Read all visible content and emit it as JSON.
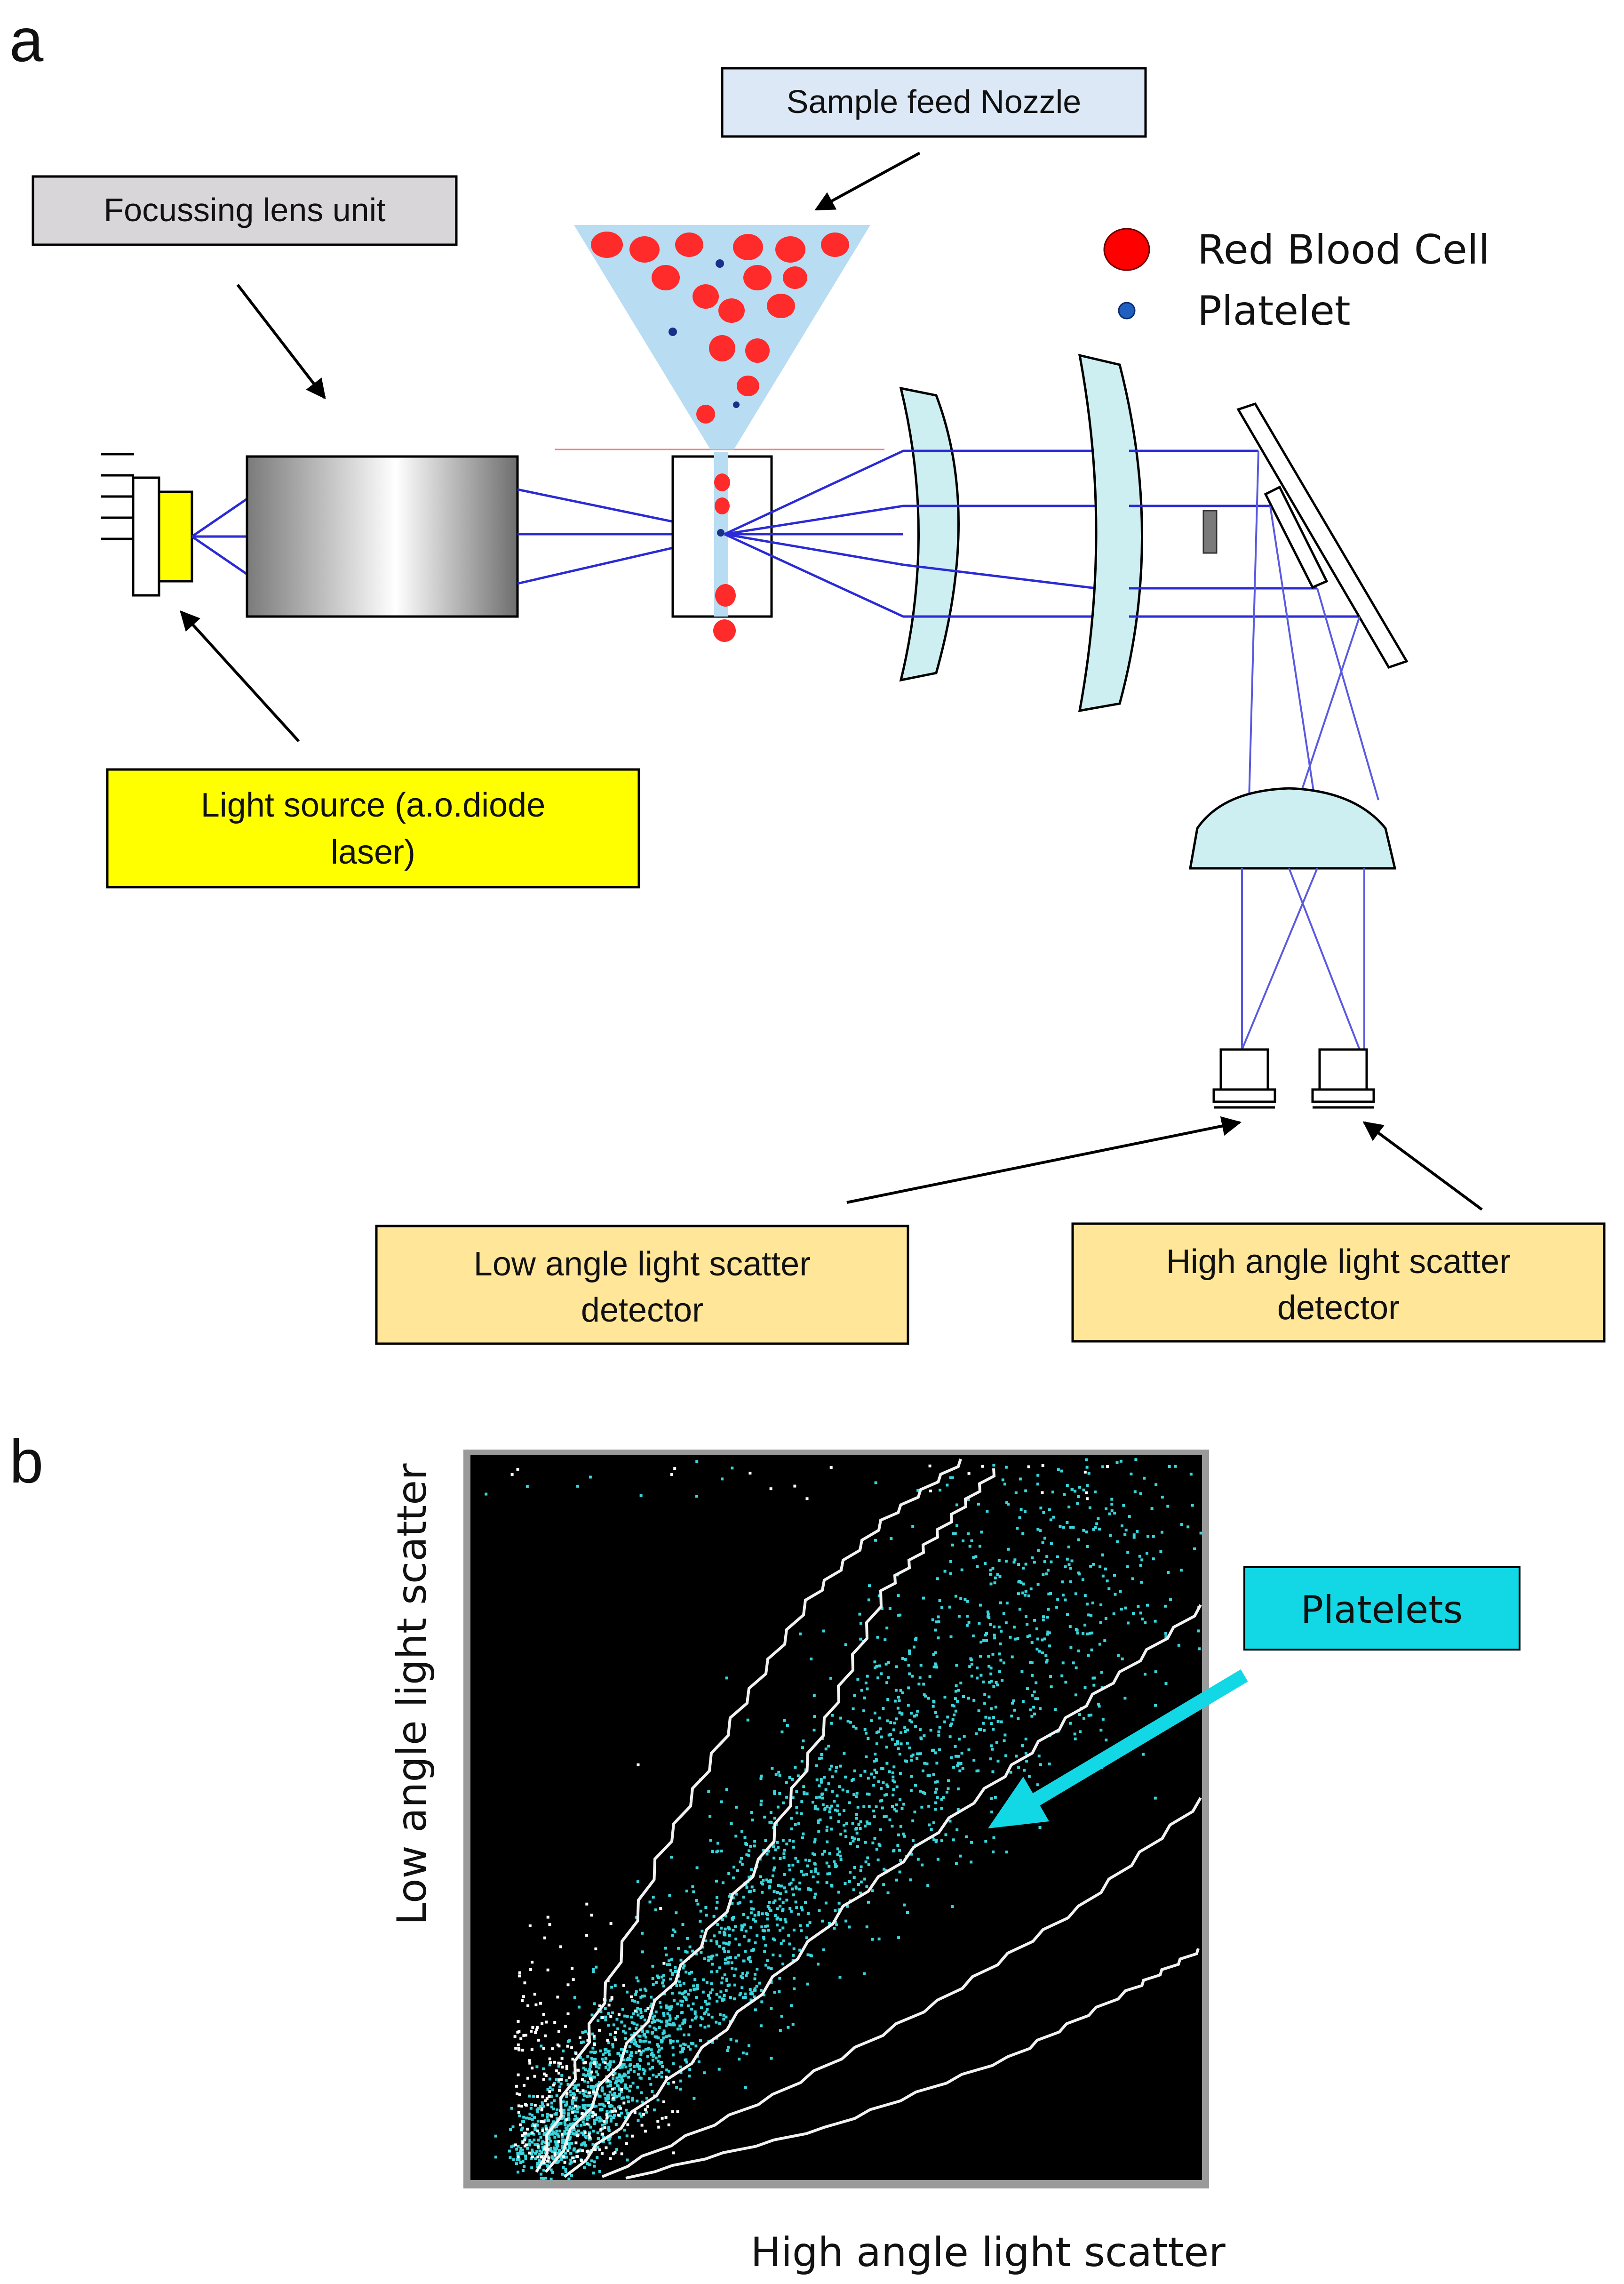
{
  "panel_a": {
    "letter": "a",
    "labels": {
      "nozzle": "Sample feed Nozzle",
      "lens_unit": "Focussing lens unit",
      "light_source_line1": "Light source (a.o.diode",
      "light_source_line2": "laser)",
      "low_det_line1": "Low angle light scatter",
      "low_det_line2": "detector",
      "high_det_line1": "High angle light scatter",
      "high_det_line2": "detector"
    },
    "legend": [
      {
        "name": "Red Blood Cell",
        "color": "#ff0000",
        "shape": "large-oval"
      },
      {
        "name": "Platelet",
        "color": "#1f5fbf",
        "shape": "small-dot"
      }
    ],
    "colors": {
      "beam": "#2b2bd6",
      "lens_fill": "#cdeff2",
      "nozzle_fill": "#b8dcf2",
      "nozzle_label_bg": "#dce8f6",
      "lens_unit_label_bg": "#d8d6d9",
      "light_source_bg": "#ffff00",
      "detector_label_bg": "#ffe699",
      "rbc": "#ff2a2a"
    }
  },
  "panel_b": {
    "letter": "b",
    "xlabel": "High angle light scatter",
    "ylabel": "Low angle light scatter",
    "annotation": "Platelets",
    "colors": {
      "background": "#000000",
      "points": "#38d6dc",
      "gates": "#f2f2f2",
      "annotation_bg": "#12d8e6",
      "arrow": "#12d8e6"
    }
  }
}
